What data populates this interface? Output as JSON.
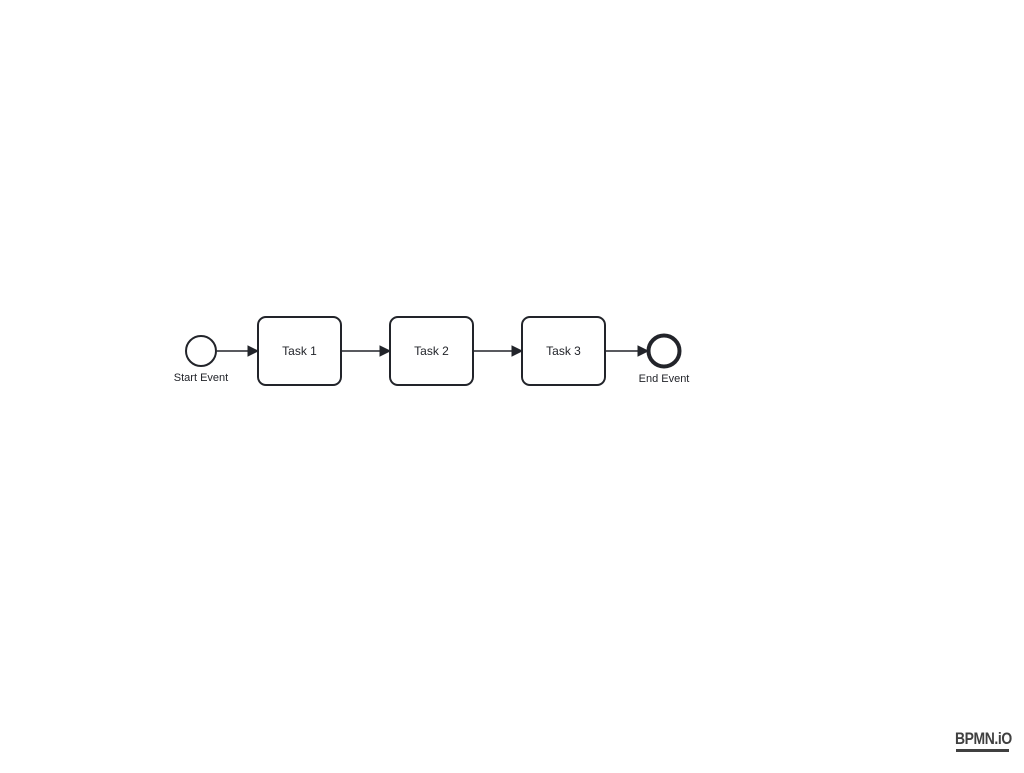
{
  "diagram": {
    "start_event": {
      "label": "Start Event"
    },
    "tasks": [
      {
        "label": "Task 1"
      },
      {
        "label": "Task 2"
      },
      {
        "label": "Task 3"
      }
    ],
    "end_event": {
      "label": "End Event"
    }
  },
  "watermark": {
    "text": "BPMN.iO"
  },
  "colors": {
    "stroke": "#22242a",
    "logo": "#404040",
    "background": "#ffffff"
  }
}
